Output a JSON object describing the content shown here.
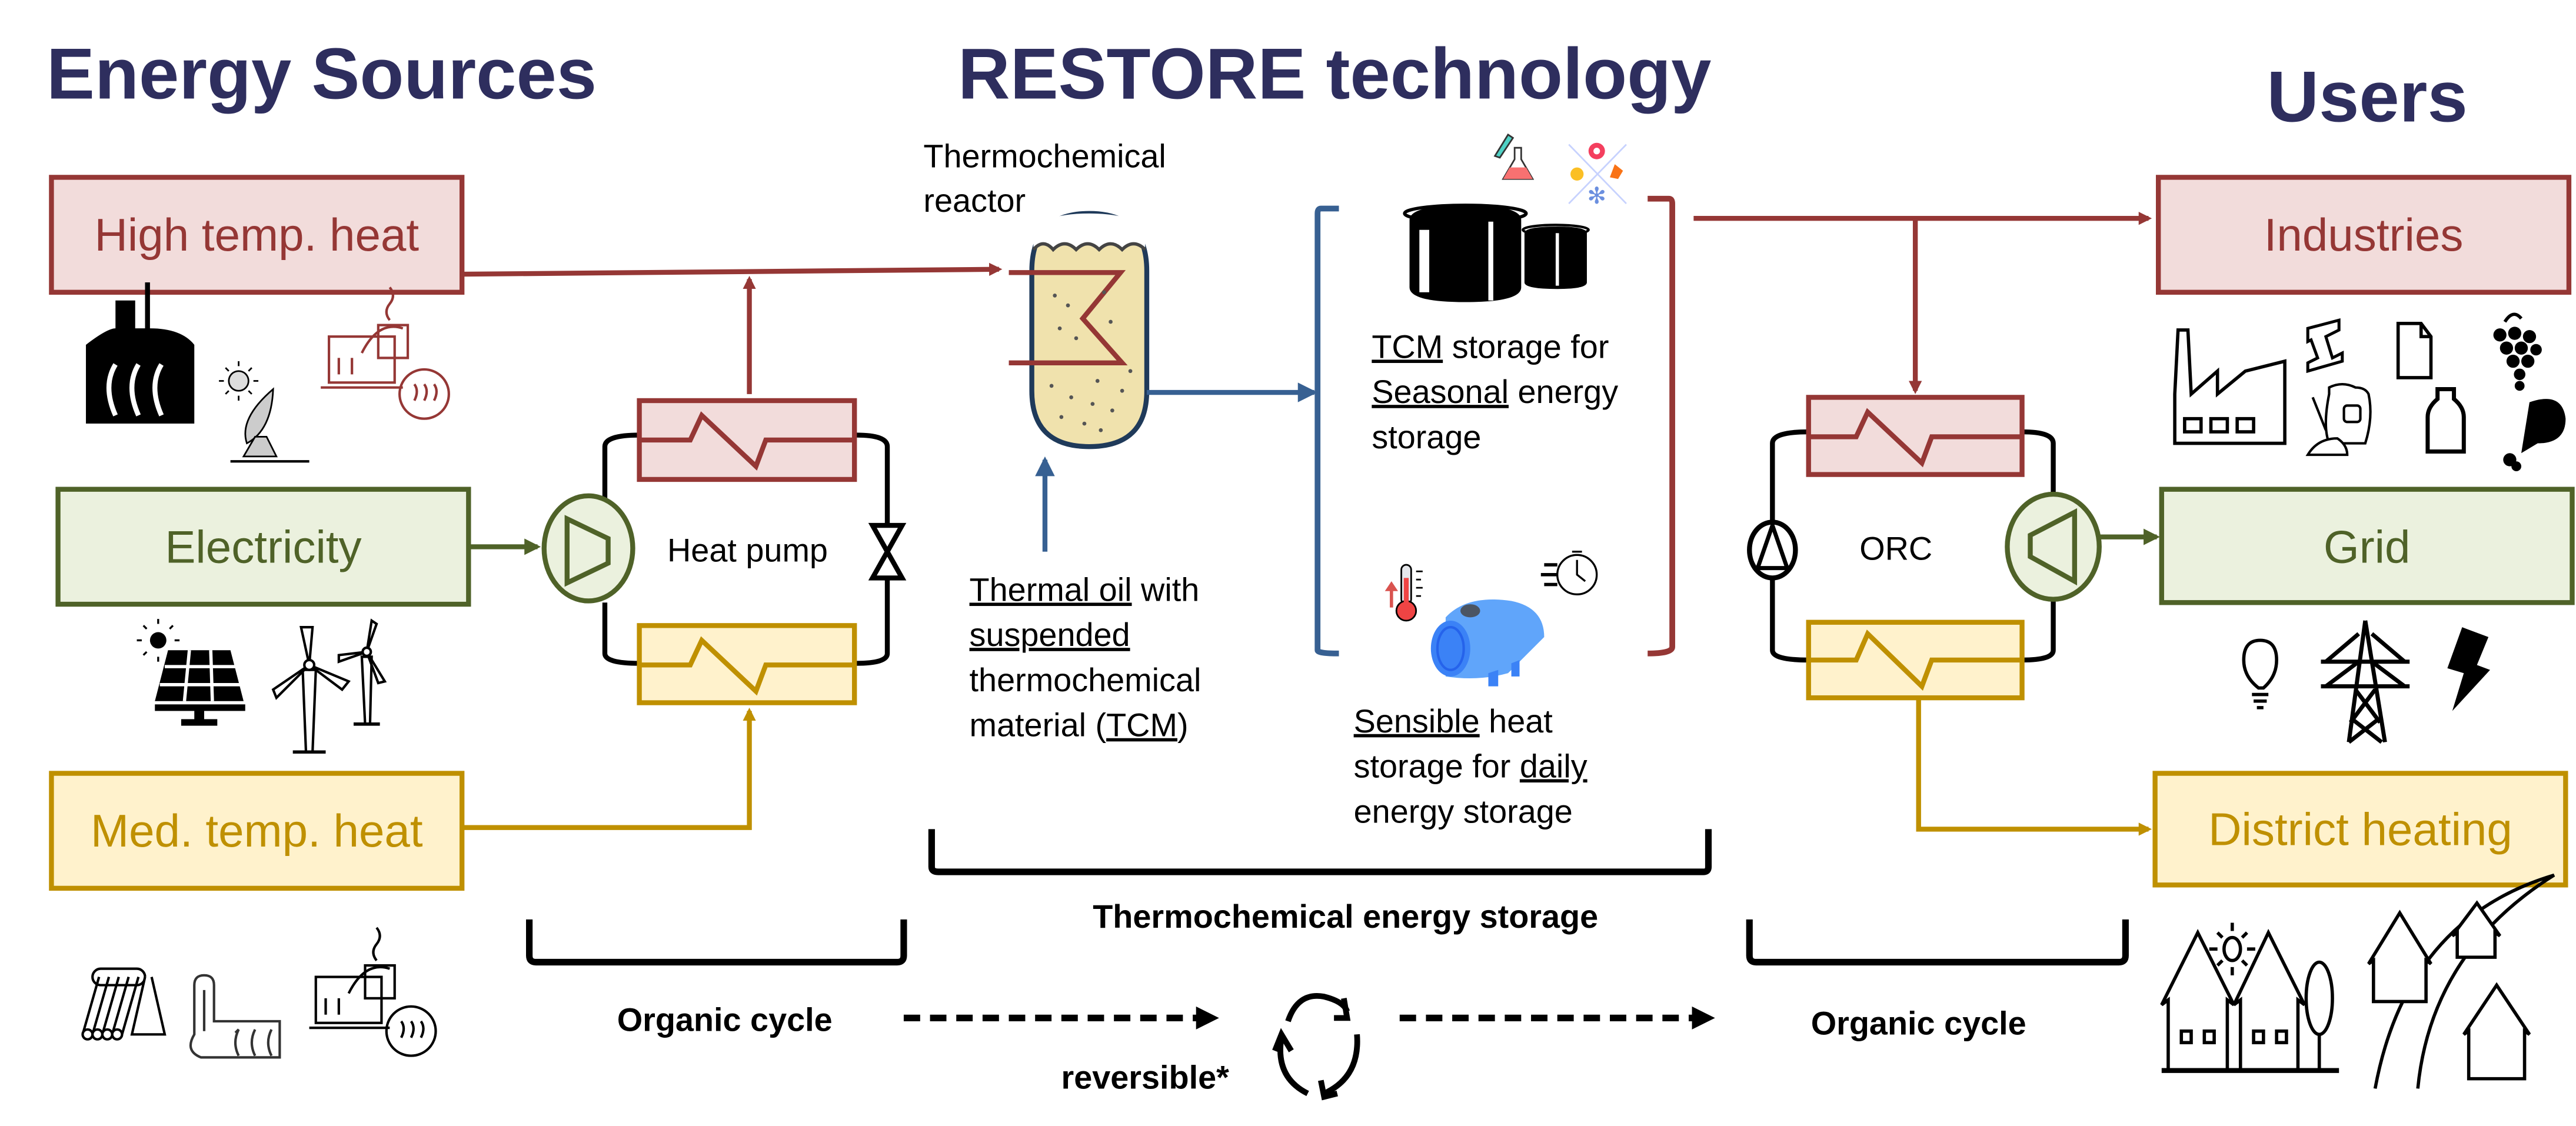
{
  "titles": {
    "sources": "Energy Sources",
    "technology": "RESTORE technology",
    "users": "Users"
  },
  "colors": {
    "title": "#2e2e5e",
    "high_temp_border": "#953735",
    "high_temp_fill": "#f2dcdb",
    "electric_border": "#4f6228",
    "electric_fill": "#ebf1de",
    "med_temp_border": "#bf9000",
    "med_temp_fill": "#fff2cc",
    "oil_blue": "#376092",
    "reactor_fill": "#f0e2ad"
  },
  "sources": [
    {
      "label": "High temp. heat",
      "icons": [
        "industrial-waste-heat-icon",
        "solar-concentrator-icon",
        "heat-recovery-icon"
      ]
    },
    {
      "label": "Electricity",
      "icons": [
        "solar-panel-icon",
        "wind-turbine-icon"
      ]
    },
    {
      "label": "Med. temp. heat",
      "icons": [
        "solar-thermal-collector-icon",
        "geothermal-icon",
        "heat-recovery-icon"
      ]
    }
  ],
  "heat_pump": {
    "label": "Heat pump"
  },
  "reactor": {
    "label_line1": "Thermochemical",
    "label_line2": "reactor"
  },
  "thermal_oil": {
    "lines": [
      [
        {
          "t": "Thermal oil",
          "u": true
        },
        {
          "t": " with",
          "u": false
        }
      ],
      [
        {
          "t": "suspended",
          "u": true
        }
      ],
      [
        {
          "t": "thermochemical",
          "u": false
        }
      ],
      [
        {
          "t": "material (",
          "u": false
        },
        {
          "t": "TCM",
          "u": true
        },
        {
          "t": ")",
          "u": false
        }
      ]
    ]
  },
  "tcm_storage": {
    "lines": [
      [
        {
          "t": "TCM",
          "u": true
        },
        {
          "t": " storage for",
          "u": false
        }
      ],
      [
        {
          "t": "Seasonal",
          "u": true
        },
        {
          "t": " energy",
          "u": false
        }
      ],
      [
        {
          "t": "storage",
          "u": false
        }
      ]
    ]
  },
  "sensible_storage": {
    "lines": [
      [
        {
          "t": "Sensible",
          "u": true
        },
        {
          "t": " heat",
          "u": false
        }
      ],
      [
        {
          "t": "storage for ",
          "u": false
        },
        {
          "t": "daily",
          "u": true
        }
      ],
      [
        {
          "t": "energy storage",
          "u": false
        }
      ]
    ]
  },
  "orc": {
    "label": "ORC"
  },
  "users": [
    {
      "label": "Industries",
      "icons": [
        "factory-icon",
        "steel-beam-icon",
        "paper-icon",
        "grapes-icon",
        "cement-bag-icon",
        "milk-bottle-icon",
        "chicken-leg-icon"
      ]
    },
    {
      "label": "Grid",
      "icons": [
        "light-bulb-icon",
        "power-pylon-icon",
        "lightning-icon"
      ]
    },
    {
      "label": "District heating",
      "icons": [
        "sun-icon",
        "houses-icon",
        "village-road-icon"
      ]
    }
  ],
  "bottom": {
    "tes_label": "Thermochemical energy storage",
    "organic_cycle_left": "Organic cycle",
    "organic_cycle_right": "Organic cycle",
    "reversible": "reversible*"
  }
}
